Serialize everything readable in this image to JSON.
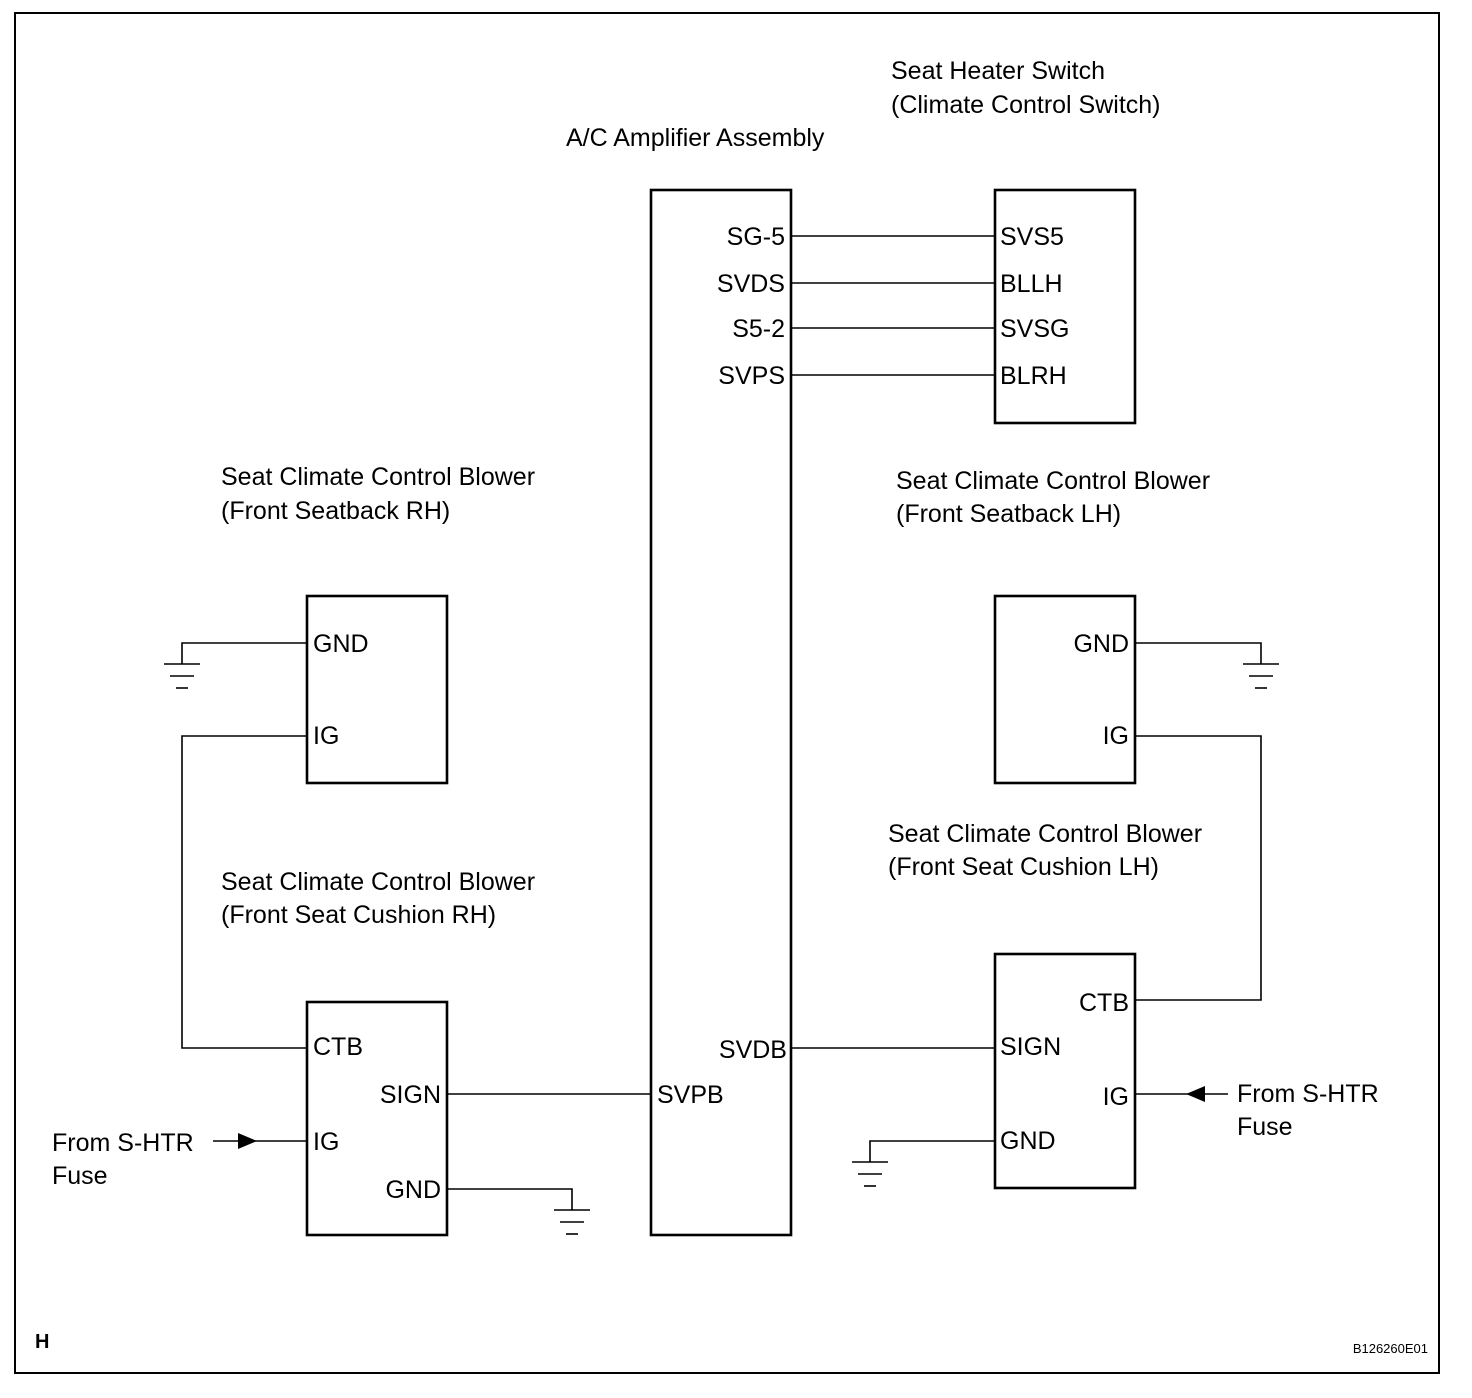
{
  "components": {
    "amplifier": {
      "title": "A/C Amplifier Assembly"
    },
    "switch": {
      "title_line1": "Seat Heater Switch",
      "title_line2": "(Climate Control Switch)"
    },
    "blower_seatback_rh": {
      "title_line1": "Seat Climate Control Blower",
      "title_line2": "(Front Seatback RH)"
    },
    "blower_seatback_lh": {
      "title_line1": "Seat Climate Control Blower",
      "title_line2": "(Front Seatback LH)"
    },
    "blower_cushion_rh": {
      "title_line1": "Seat Climate Control Blower",
      "title_line2": "(Front Seat Cushion RH)"
    },
    "blower_cushion_lh": {
      "title_line1": "Seat Climate Control Blower",
      "title_line2": "(Front Seat Cushion LH)"
    }
  },
  "pins": {
    "amp_sg5": "SG-5",
    "amp_svds": "SVDS",
    "amp_s52": "S5-2",
    "amp_svps": "SVPS",
    "amp_svdb": "SVDB",
    "amp_svpb": "SVPB",
    "sw_svs5": "SVS5",
    "sw_bllh": "BLLH",
    "sw_svsg": "SVSG",
    "sw_blrh": "BLRH",
    "sbrh_gnd": "GND",
    "sbrh_ig": "IG",
    "sblh_gnd": "GND",
    "sblh_ig": "IG",
    "scrh_ctb": "CTB",
    "scrh_sign": "SIGN",
    "scrh_ig": "IG",
    "scrh_gnd": "GND",
    "sclh_ctb": "CTB",
    "sclh_sign": "SIGN",
    "sclh_ig": "IG",
    "sclh_gnd": "GND"
  },
  "fuse_feeds": {
    "left_line1": "From S-HTR",
    "left_line2": "Fuse",
    "right_line1": "From S-HTR",
    "right_line2": "Fuse"
  },
  "corner_letter": "H",
  "figure_code": "B126260E01"
}
